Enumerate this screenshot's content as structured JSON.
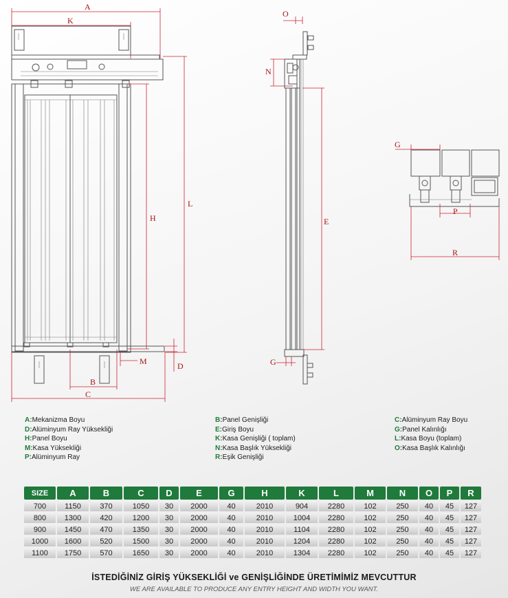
{
  "drawing_labels": {
    "A": "A",
    "K": "K",
    "L": "L",
    "H": "H",
    "M": "M",
    "D": "D",
    "B": "B",
    "C": "C",
    "O": "O",
    "N": "N",
    "E": "E",
    "G1": "G",
    "G2": "G",
    "P": "P",
    "R": "R"
  },
  "legend": [
    [
      {
        "code": "A:",
        "text": "Mekanizma Boyu"
      },
      {
        "code": "D:",
        "text": "Alüminyum Ray Yüksekliği"
      },
      {
        "code": "H:",
        "text": "Panel Boyu"
      },
      {
        "code": "M:",
        "text": "Kasa Yüksekliği"
      },
      {
        "code": "P:",
        "text": "Alüminyum Ray"
      }
    ],
    [
      {
        "code": "B:",
        "text": "Panel Genişliği"
      },
      {
        "code": "E:",
        "text": "Giriş Boyu"
      },
      {
        "code": "K:",
        "text": "Kasa Genişliği ( toplam)"
      },
      {
        "code": "N:",
        "text": "Kasa Başlık Yüksekliği"
      },
      {
        "code": "R:",
        "text": "Eşik Genişliği"
      }
    ],
    [
      {
        "code": "C:",
        "text": "Alüminyum Ray Boyu"
      },
      {
        "code": "G:",
        "text": "Panel Kalınlığı"
      },
      {
        "code": "L:",
        "text": "Kasa Boyu (toplam)"
      },
      {
        "code": "O:",
        "text": "Kasa Başlık Kalınlığı"
      }
    ]
  ],
  "table": {
    "headers": [
      "SIZE",
      "A",
      "B",
      "C",
      "D",
      "E",
      "G",
      "H",
      "K",
      "L",
      "M",
      "N",
      "O",
      "P",
      "R"
    ],
    "rows": [
      [
        "700",
        "1150",
        "370",
        "1050",
        "30",
        "2000",
        "40",
        "2010",
        "904",
        "2280",
        "102",
        "250",
        "40",
        "45",
        "127"
      ],
      [
        "800",
        "1300",
        "420",
        "1200",
        "30",
        "2000",
        "40",
        "2010",
        "1004",
        "2280",
        "102",
        "250",
        "40",
        "45",
        "127"
      ],
      [
        "900",
        "1450",
        "470",
        "1350",
        "30",
        "2000",
        "40",
        "2010",
        "1104",
        "2280",
        "102",
        "250",
        "40",
        "45",
        "127"
      ],
      [
        "1000",
        "1600",
        "520",
        "1500",
        "30",
        "2000",
        "40",
        "2010",
        "1204",
        "2280",
        "102",
        "250",
        "40",
        "45",
        "127"
      ],
      [
        "1100",
        "1750",
        "570",
        "1650",
        "30",
        "2000",
        "40",
        "2010",
        "1304",
        "2280",
        "102",
        "250",
        "40",
        "45",
        "127"
      ]
    ]
  },
  "tagline_tr": "İSTEDİĞİNİZ GİRİŞ YÜKSEKLİĞİ ve GENİŞLİĞİNDE ÜRETİMİMİZ MEVCUTTUR",
  "tagline_en": "WE ARE AVAILABLE TO PRODUCE ANY ENTRY HEIGHT AND WIDTH YOU WANT."
}
